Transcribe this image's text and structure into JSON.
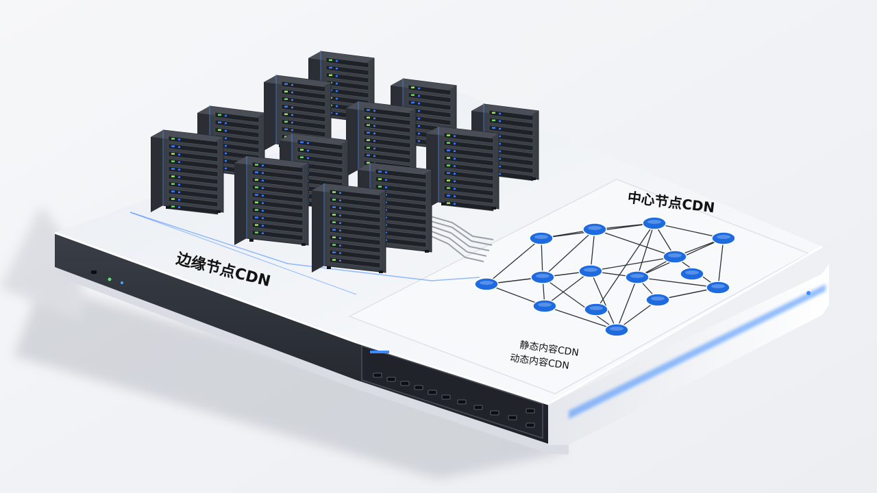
{
  "labels": {
    "edge_cdn": "边缘节点CDN",
    "center_cdn": "中心节点CDN",
    "static_cdn": "静态内容CDN",
    "dynamic_cdn": "动态内容CDN"
  },
  "colors": {
    "background": "#f2f4f7",
    "platform_top": "#f4f6f9",
    "platform_front": "#2a2e35",
    "server_body": "#33373e",
    "led_blue": "#3b7bff",
    "led_green": "#6fd36a",
    "node_blue": "#1e6be0"
  },
  "network": {
    "node_count": 15,
    "link_count": 34
  },
  "servers": {
    "rack_count": 12
  }
}
